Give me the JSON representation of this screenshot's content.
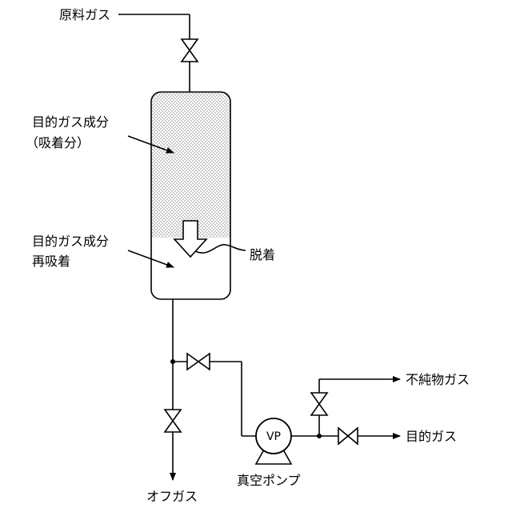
{
  "labels": {
    "feed_gas": "原料ガス",
    "target_component_line1": "目的ガス成分",
    "target_component_line2": "（吸着分）",
    "readsorb_line1": "目的ガス成分",
    "readsorb_line2": "再吸着",
    "desorption": "脱着",
    "impurity_gas": "不純物ガス",
    "target_gas": "目的ガス",
    "vacuum_pump": "真空ポンプ",
    "pump_symbol": "VP",
    "off_gas": "オフガス"
  }
}
